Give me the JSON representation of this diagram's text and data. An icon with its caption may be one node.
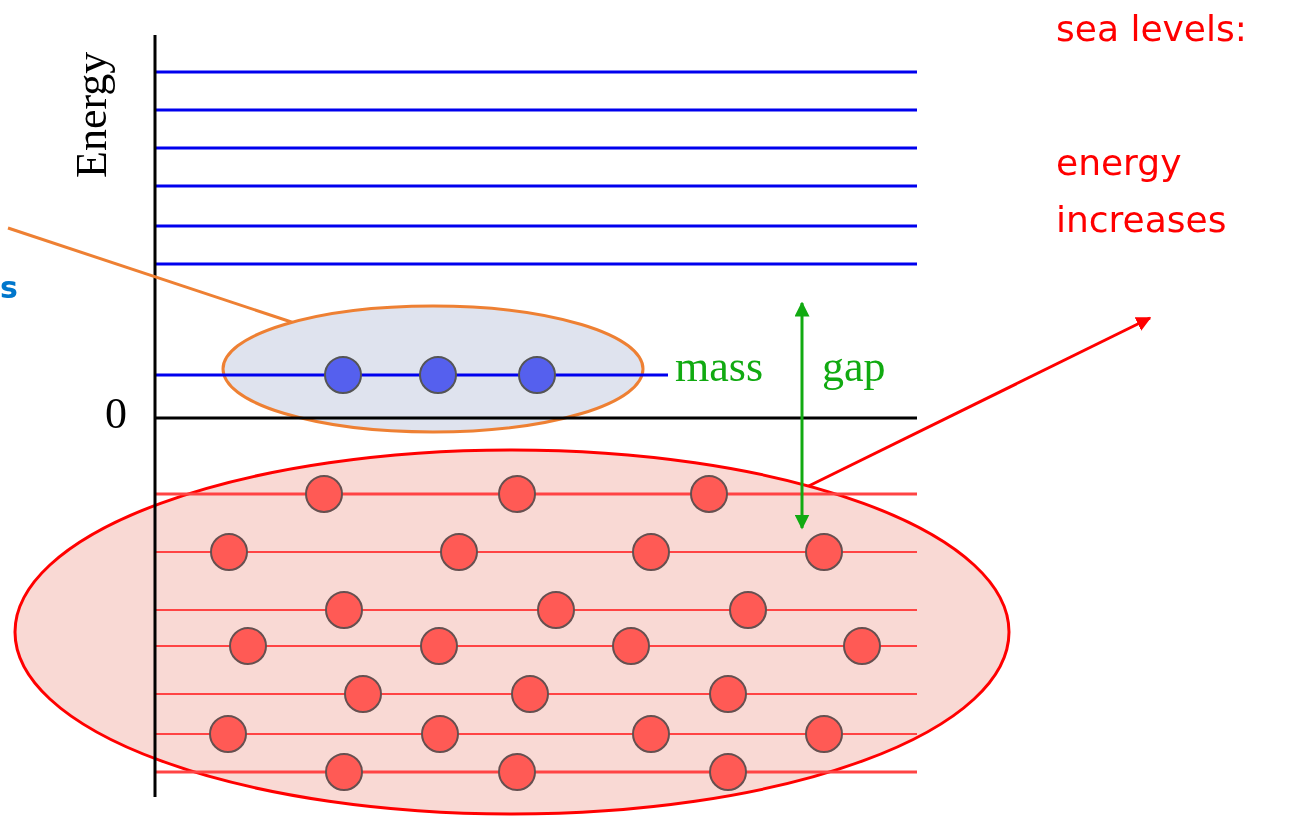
{
  "diagram": {
    "nodes": [
      {
        "text": [
          "s"
        ]
      },
      {
        "text": [],
        "shape": "ellipse"
      },
      {
        "text": [],
        "shape": "ellipse"
      },
      {
        "text": [
          "sea levels:",
          "energy increases"
        ]
      }
    ],
    "edges": [
      {
        "from": 0,
        "to": 1,
        "arrow": "none",
        "color": "#ee8033"
      },
      {
        "from": 2,
        "to": 3,
        "arrow": "to",
        "color": "#ff0000"
      }
    ],
    "labels": [
      "Energy",
      "mass",
      "gap",
      "0"
    ]
  }
}
